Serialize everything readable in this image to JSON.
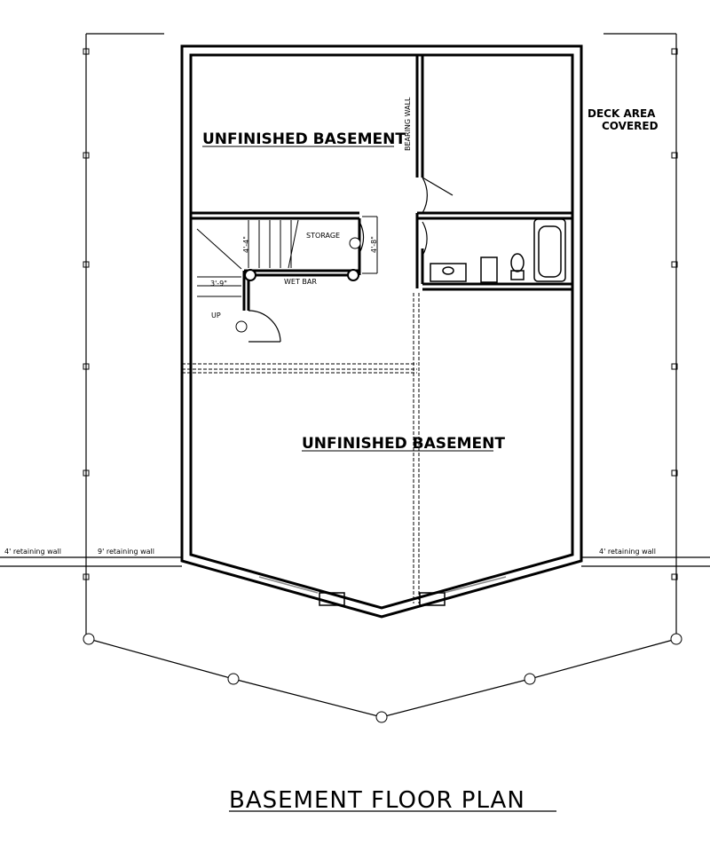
{
  "title": "BASEMENT FLOOR PLAN",
  "rooms": {
    "upper_left": "UNFINISHED BASEMENT",
    "lower": "UNFINISHED BASEMENT",
    "storage": "STORAGE",
    "wet_bar": "WET BAR",
    "bearing_wall": "BEARING WALL",
    "stair_up": "UP"
  },
  "deck": {
    "line1": "DECK AREA",
    "line2": "COVERED"
  },
  "retaining_walls": {
    "left_outer": "4' retaining wall",
    "left_inner": "9' retaining wall",
    "right": "4' retaining wall"
  },
  "dimensions": {
    "stair_width": "4'-4\"",
    "storage_depth": "4'-8\"",
    "landing": "3'-9\""
  }
}
